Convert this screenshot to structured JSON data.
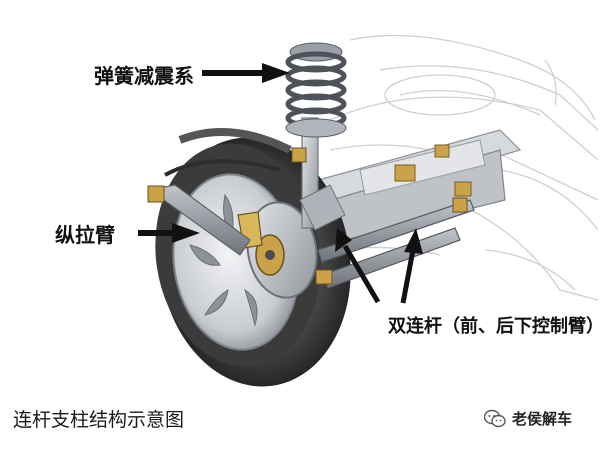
{
  "labels": {
    "spring_damper": "弹簧减震系",
    "trailing_arm": "纵拉臂",
    "dual_links": "双连杆（前、后下控制臂）",
    "caption": "连杆支柱结构示意图"
  },
  "watermark": {
    "text": "老侯解车",
    "icon": "wechat-icon"
  },
  "colors": {
    "arrow": "#111111",
    "tire": "#3a3a3a",
    "metal": "#8a8e94",
    "spring": "#5b5f66",
    "body_outline": "#c9c9c9"
  }
}
